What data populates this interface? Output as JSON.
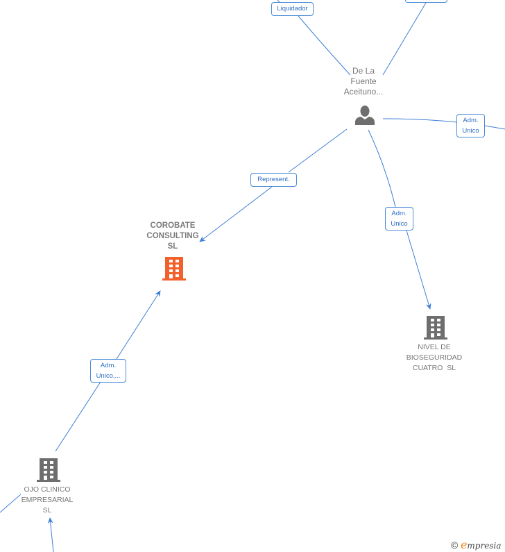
{
  "nodes": {
    "person": {
      "label_lines": [
        "De La",
        "Fuente",
        "Aceituno..."
      ],
      "type": "person",
      "color": "#6e6e6e"
    },
    "corobate": {
      "label_lines": [
        "COROBATE",
        "CONSULTING",
        "SL"
      ],
      "type": "company",
      "color": "#f2602c",
      "highlight": true
    },
    "nivel": {
      "label_lines": [
        "NIVEL DE",
        "BIOSEGURIDAD",
        "CUATRO  SL"
      ],
      "type": "company",
      "color": "#6e6e6e"
    },
    "ojo": {
      "label_lines": [
        "OJO CLINICO",
        "EMPRESARIAL",
        "SL"
      ],
      "type": "company",
      "color": "#6e6e6e"
    }
  },
  "edges": {
    "liquidador": {
      "label": "Liquidador"
    },
    "top_right": {
      "label": ""
    },
    "adm_unico_right": {
      "line1": "Adm.",
      "line2": "Unico"
    },
    "represent": {
      "label": "Represent."
    },
    "adm_unico_nivel": {
      "line1": "Adm.",
      "line2": "Unico"
    },
    "adm_unico_ojo": {
      "line1": "Adm.",
      "line2": "Unico,..."
    }
  },
  "footer": {
    "copyright": "©",
    "brand_initial": "e",
    "brand_rest": "mpresia"
  },
  "colors": {
    "edge": "#3d7fd6",
    "label_border": "#4a8ad8",
    "label_text": "#2d6fc4"
  }
}
